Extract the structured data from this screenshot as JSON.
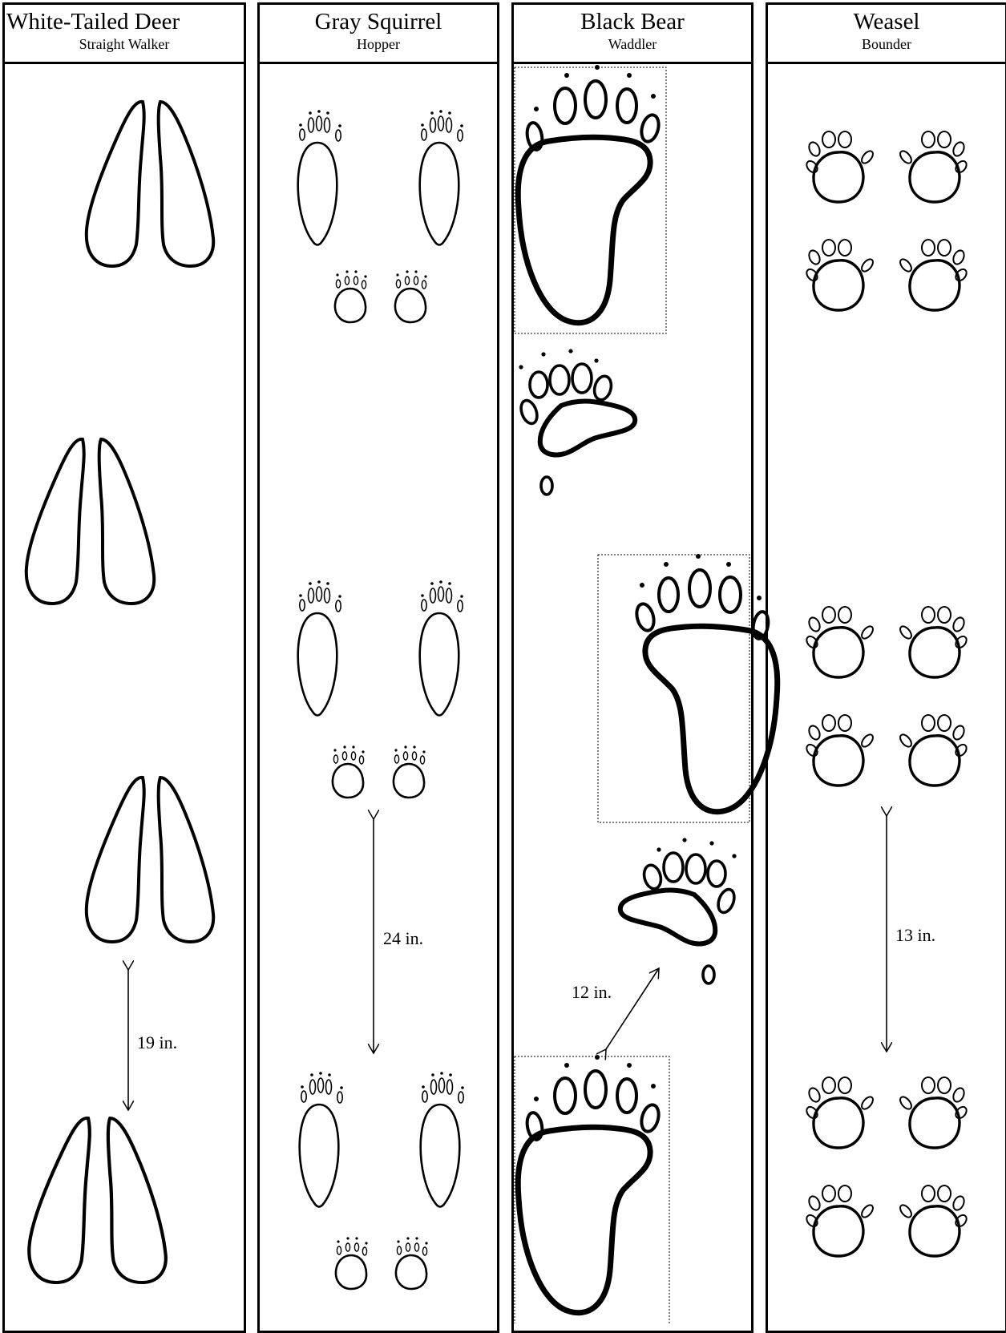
{
  "columns": [
    {
      "title": "White-Tailed Deer",
      "subtitle": "Straight Walker"
    },
    {
      "title": "Gray Squirrel",
      "subtitle": "Hopper"
    },
    {
      "title": "Black Bear",
      "subtitle": "Waddler"
    },
    {
      "title": "Weasel",
      "subtitle": "Bounder"
    }
  ],
  "measurements": {
    "deer": "19 in.",
    "squirrel": "24 in.",
    "bear": "12 in.",
    "weasel": "13 in."
  },
  "colors": {
    "ink": "#000000",
    "background": "#ffffff"
  }
}
